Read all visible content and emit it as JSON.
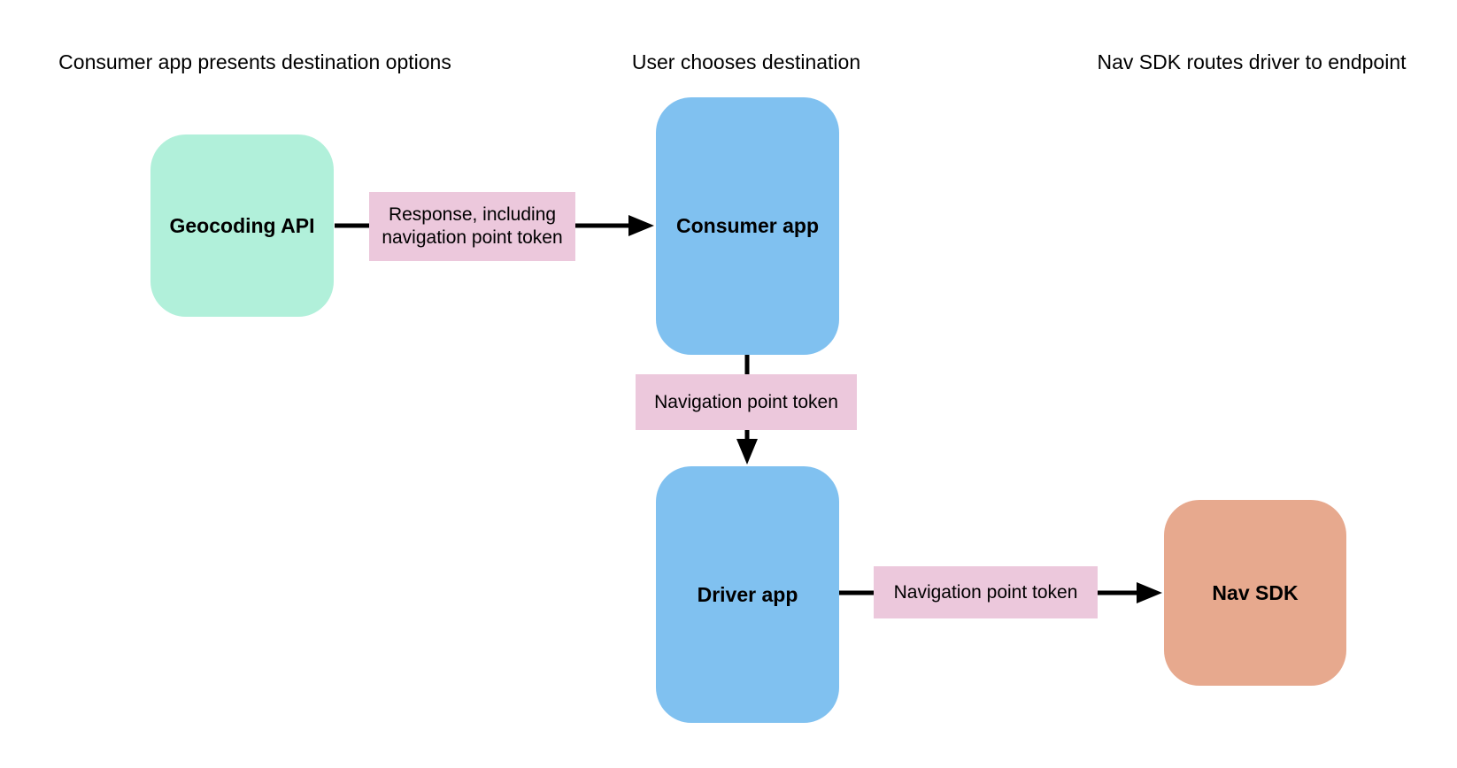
{
  "colors": {
    "background": "#ffffff",
    "node_green": "#b1f0da",
    "node_blue": "#80c1f0",
    "node_orange": "#e7a98e",
    "edge_label_pink": "#ecc8dc",
    "arrow": "#000000",
    "text": "#000000"
  },
  "headers": [
    {
      "label": "Consumer app presents destination options"
    },
    {
      "label": "User chooses destination"
    },
    {
      "label": "Nav SDK routes driver to endpoint"
    }
  ],
  "nodes": {
    "geocoding_api": {
      "label": "Geocoding API",
      "color": "#b1f0da"
    },
    "consumer_app": {
      "label": "Consumer app",
      "color": "#80c1f0"
    },
    "driver_app": {
      "label": "Driver app",
      "color": "#80c1f0"
    },
    "nav_sdk": {
      "label": "Nav SDK",
      "color": "#e7a98e"
    }
  },
  "edges": {
    "geocoding_to_consumer": {
      "label": "Response, including navigation point token",
      "color": "#ecc8dc"
    },
    "consumer_to_driver": {
      "label": "Navigation point token",
      "color": "#ecc8dc"
    },
    "driver_to_navsdk": {
      "label": "Navigation point token",
      "color": "#ecc8dc"
    }
  }
}
